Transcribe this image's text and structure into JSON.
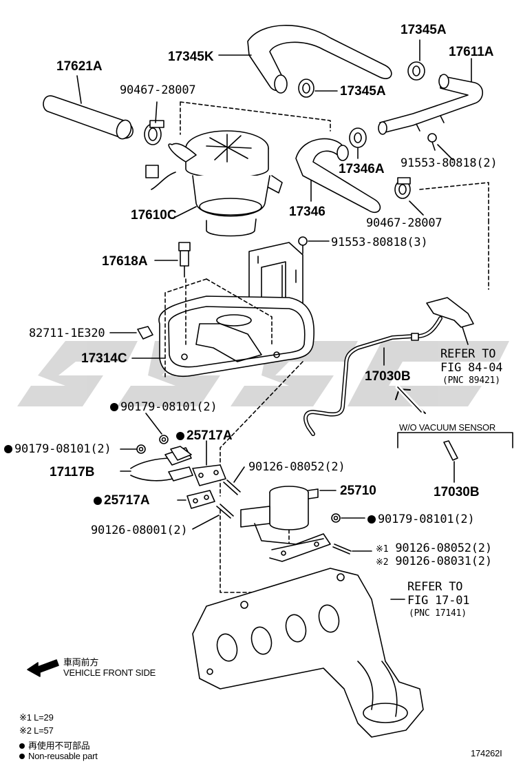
{
  "parts": {
    "p17621A": "17621A",
    "p17345K": "17345K",
    "p17345A_top": "17345A",
    "p17611A": "17611A",
    "p90467_top": "90467-28007",
    "p17345A_mid": "17345A",
    "p17346A": "17346A",
    "p91553_top": "91553-80818(2)",
    "p17346": "17346",
    "p90467_mid": "90467-28007",
    "p17610C": "17610C",
    "p91553_mid": "91553-80818(3)",
    "p17618A": "17618A",
    "p82711": "82711-1E320",
    "p17314C": "17314C",
    "p17030B_main": "17030B",
    "p90179_a": "90179-08101(2)",
    "p90179_b": "90179-08101(2)",
    "p25717A_a": "25717A",
    "p17117B": "17117B",
    "p90126_08052_a": "90126-08052(2)",
    "p25710": "25710",
    "p25717A_b": "25717A",
    "p90179_c": "90179-08101(2)",
    "p90126_08001": "90126-08001(2)",
    "p90126_08052_b": "90126-08052(2)",
    "p90126_08031": "90126-08031(2)",
    "p17030B_vac": "17030B"
  },
  "refs": {
    "ref1_line1": "REFER TO",
    "ref1_line2": "FIG 84-04",
    "ref1_pnc": "(PNC 89421)",
    "ref2_line1": "REFER TO",
    "ref2_line2": "FIG 17-01",
    "ref2_pnc": "(PNC 17141)"
  },
  "wo_vacuum": "W/O VACUUM SENSOR",
  "markers": {
    "m1": "※1",
    "m2": "※2"
  },
  "front": {
    "jp": "車両前方",
    "en": "VEHICLE FRONT SIDE"
  },
  "legend": {
    "l1": "※1 L=29",
    "l2": "※2 L=57",
    "l3": "再使用不可部品",
    "l4": "Non-reusable part"
  },
  "figure_id": "174262I",
  "colors": {
    "line": "#000000",
    "watermark": "#cfcfcf"
  }
}
